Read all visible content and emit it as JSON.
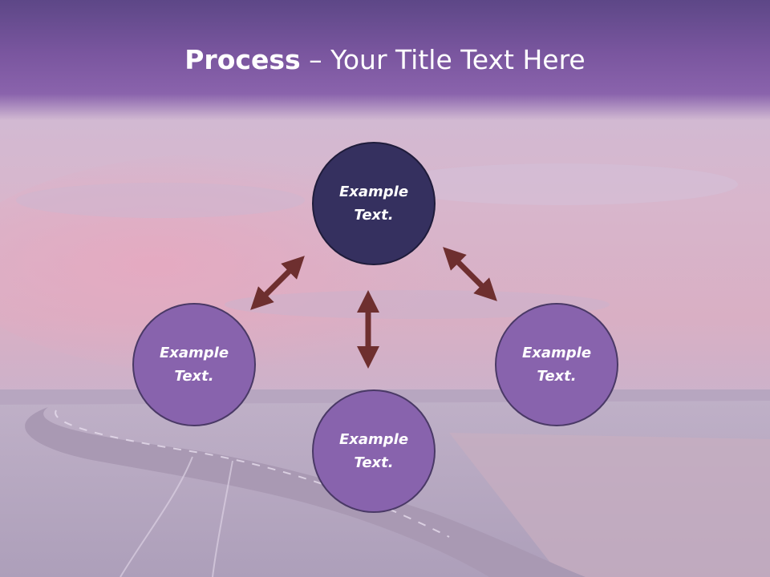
{
  "slide": {
    "title_bold": "Process",
    "title_rest": " – Your Title Text Here"
  },
  "nodes": {
    "top": {
      "line1": "Example",
      "line2": "Text."
    },
    "left": {
      "line1": "Example",
      "line2": "Text."
    },
    "right": {
      "line1": "Example",
      "line2": "Text."
    },
    "bottom": {
      "line1": "Example",
      "line2": "Text."
    }
  },
  "colors": {
    "header": "#7a569f",
    "node_primary": "#35305f",
    "node_secondary": "#8863ad",
    "arrow": "#6e2f2f"
  }
}
